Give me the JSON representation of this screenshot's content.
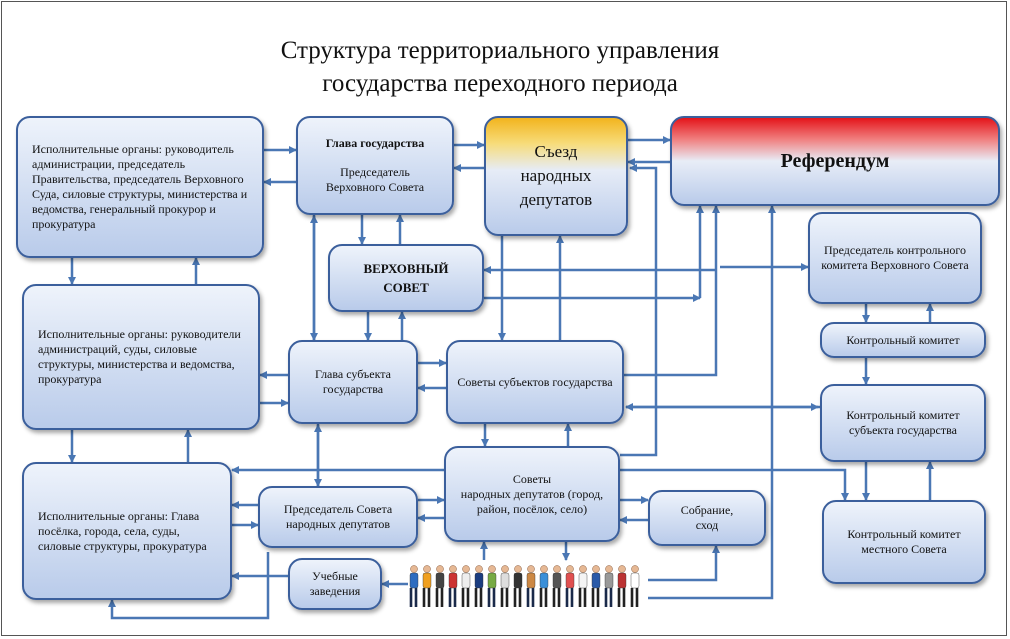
{
  "title": {
    "line1": "Структура территориального управления",
    "line2": "государства переходного периода"
  },
  "boxes": {
    "exec1": "Исполнительные органы: руководитель администрации, председатель  Правительства, председатель Верховного Суда, силовые структуры, министерства и ведомства, генеральный прокурор и прокуратура",
    "head_state_title": "Глава государства",
    "head_state_text": "Председатель Верховного Совета",
    "congress": "Съезд народных депутатов",
    "referendum": "Референдум",
    "supreme_council": "ВЕРХОВНЫЙ СОВЕТ",
    "chair_control": "Председатель контрольного комитета Верховного Совета",
    "control_committee": "Контрольный комитет",
    "exec2": "Исполнительные органы: руководители администраций, суды, силовые структуры, министерства и ведомства, прокуратура",
    "head_subject": "Глава субъекта государства",
    "councils_subjects": "Советы субъектов государства",
    "control_subject": "Контрольный комитет субъекта государства",
    "exec3": "Исполнительные органы: Глава посёлка, города, села, суды, силовые структуры, прокуратура",
    "chair_council": "Председатель Совета народных депутатов",
    "councils_deputies_title": "Советы",
    "councils_deputies_text": "народных депутатов (город, район, посёлок, село)",
    "assembly": "Собрание, сход",
    "control_local": "Контрольный комитет местного Совета",
    "schools": "Учебные заведения"
  },
  "colors": {
    "box_border": "#3b5f9c",
    "arrow": "#4a77b4",
    "congress_accent": "#f2b41e",
    "referendum_accent": "#e4141a"
  }
}
